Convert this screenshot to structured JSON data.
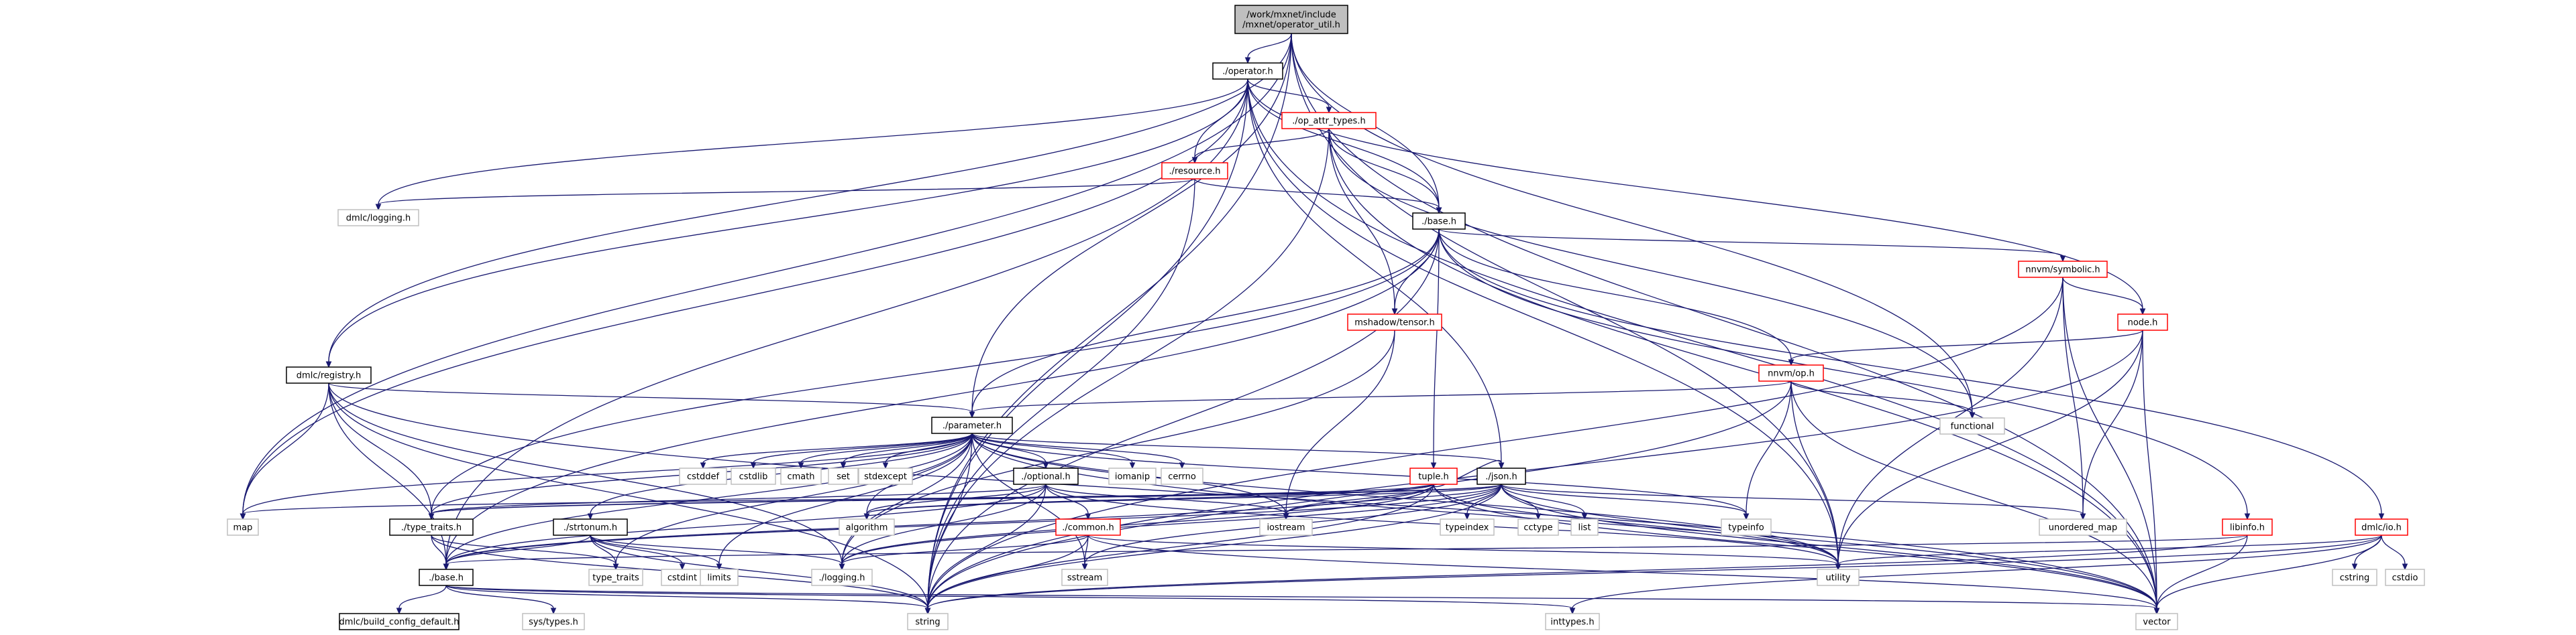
{
  "graph": {
    "colors": {
      "edge": "#191970",
      "red_border": "#ff0000",
      "black_border": "#000000",
      "grey_border": "#bfbfbf",
      "root_fill": "#bfbfbf"
    },
    "nodes": {
      "root": {
        "lines": [
          "/work/mxnet/include",
          "/mxnet/operator_util.h"
        ],
        "style": "root"
      },
      "operator": {
        "lines": [
          "./operator.h"
        ],
        "style": "black"
      },
      "op_attr_types": {
        "lines": [
          "./op_attr_types.h"
        ],
        "style": "red"
      },
      "resource": {
        "lines": [
          "./resource.h"
        ],
        "style": "red"
      },
      "dmlc_logging": {
        "lines": [
          "dmlc/logging.h"
        ],
        "style": "grey"
      },
      "base_mx": {
        "lines": [
          "./base.h"
        ],
        "style": "black"
      },
      "nnvm_symbolic": {
        "lines": [
          "nnvm/symbolic.h"
        ],
        "style": "red"
      },
      "mshadow_tensor": {
        "lines": [
          "mshadow/tensor.h"
        ],
        "style": "red"
      },
      "node": {
        "lines": [
          "node.h"
        ],
        "style": "red"
      },
      "dmlc_registry": {
        "lines": [
          "dmlc/registry.h"
        ],
        "style": "black"
      },
      "nnvm_op": {
        "lines": [
          "nnvm/op.h"
        ],
        "style": "red"
      },
      "functional": {
        "lines": [
          "functional"
        ],
        "style": "grey"
      },
      "parameter": {
        "lines": [
          "./parameter.h"
        ],
        "style": "black"
      },
      "cstddef": {
        "lines": [
          "cstddef"
        ],
        "style": "grey"
      },
      "cstdlib": {
        "lines": [
          "cstdlib"
        ],
        "style": "grey"
      },
      "cmath": {
        "lines": [
          "cmath"
        ],
        "style": "grey"
      },
      "set": {
        "lines": [
          "set"
        ],
        "style": "grey"
      },
      "stdexcept": {
        "lines": [
          "stdexcept"
        ],
        "style": "grey"
      },
      "optional": {
        "lines": [
          "./optional.h"
        ],
        "style": "black"
      },
      "iomanip": {
        "lines": [
          "iomanip"
        ],
        "style": "grey"
      },
      "cerrno": {
        "lines": [
          "cerrno"
        ],
        "style": "grey"
      },
      "tuple": {
        "lines": [
          "tuple.h"
        ],
        "style": "red"
      },
      "json": {
        "lines": [
          "./json.h"
        ],
        "style": "black"
      },
      "map": {
        "lines": [
          "map"
        ],
        "style": "grey"
      },
      "type_traits_h": {
        "lines": [
          "./type_traits.h"
        ],
        "style": "black"
      },
      "strtonum": {
        "lines": [
          "./strtonum.h"
        ],
        "style": "black"
      },
      "algorithm": {
        "lines": [
          "algorithm"
        ],
        "style": "grey"
      },
      "common": {
        "lines": [
          "./common.h"
        ],
        "style": "red"
      },
      "iostream": {
        "lines": [
          "iostream"
        ],
        "style": "grey"
      },
      "typeindex": {
        "lines": [
          "typeindex"
        ],
        "style": "grey"
      },
      "cctype": {
        "lines": [
          "cctype"
        ],
        "style": "grey"
      },
      "list": {
        "lines": [
          "list"
        ],
        "style": "grey"
      },
      "typeinfo": {
        "lines": [
          "typeinfo"
        ],
        "style": "grey"
      },
      "unordered_map": {
        "lines": [
          "unordered_map"
        ],
        "style": "grey"
      },
      "libinfo": {
        "lines": [
          "libinfo.h"
        ],
        "style": "red"
      },
      "dmlc_io": {
        "lines": [
          "dmlc/io.h"
        ],
        "style": "red"
      },
      "base_dmlc": {
        "lines": [
          "./base.h"
        ],
        "style": "black"
      },
      "type_traits": {
        "lines": [
          "type_traits"
        ],
        "style": "grey"
      },
      "cstdint": {
        "lines": [
          "cstdint"
        ],
        "style": "grey"
      },
      "limits": {
        "lines": [
          "limits"
        ],
        "style": "grey"
      },
      "logging_rel": {
        "lines": [
          "./logging.h"
        ],
        "style": "grey"
      },
      "sstream": {
        "lines": [
          "sstream"
        ],
        "style": "grey"
      },
      "utility": {
        "lines": [
          "utility"
        ],
        "style": "grey"
      },
      "cstring": {
        "lines": [
          "cstring"
        ],
        "style": "grey"
      },
      "cstdio": {
        "lines": [
          "cstdio"
        ],
        "style": "grey"
      },
      "build_config": {
        "lines": [
          "dmlc/build_config_default.h"
        ],
        "style": "black"
      },
      "sys_types": {
        "lines": [
          "sys/types.h"
        ],
        "style": "grey"
      },
      "string": {
        "lines": [
          "string"
        ],
        "style": "grey"
      },
      "inttypes": {
        "lines": [
          "inttypes.h"
        ],
        "style": "grey"
      },
      "vector": {
        "lines": [
          "vector"
        ],
        "style": "grey"
      }
    }
  }
}
